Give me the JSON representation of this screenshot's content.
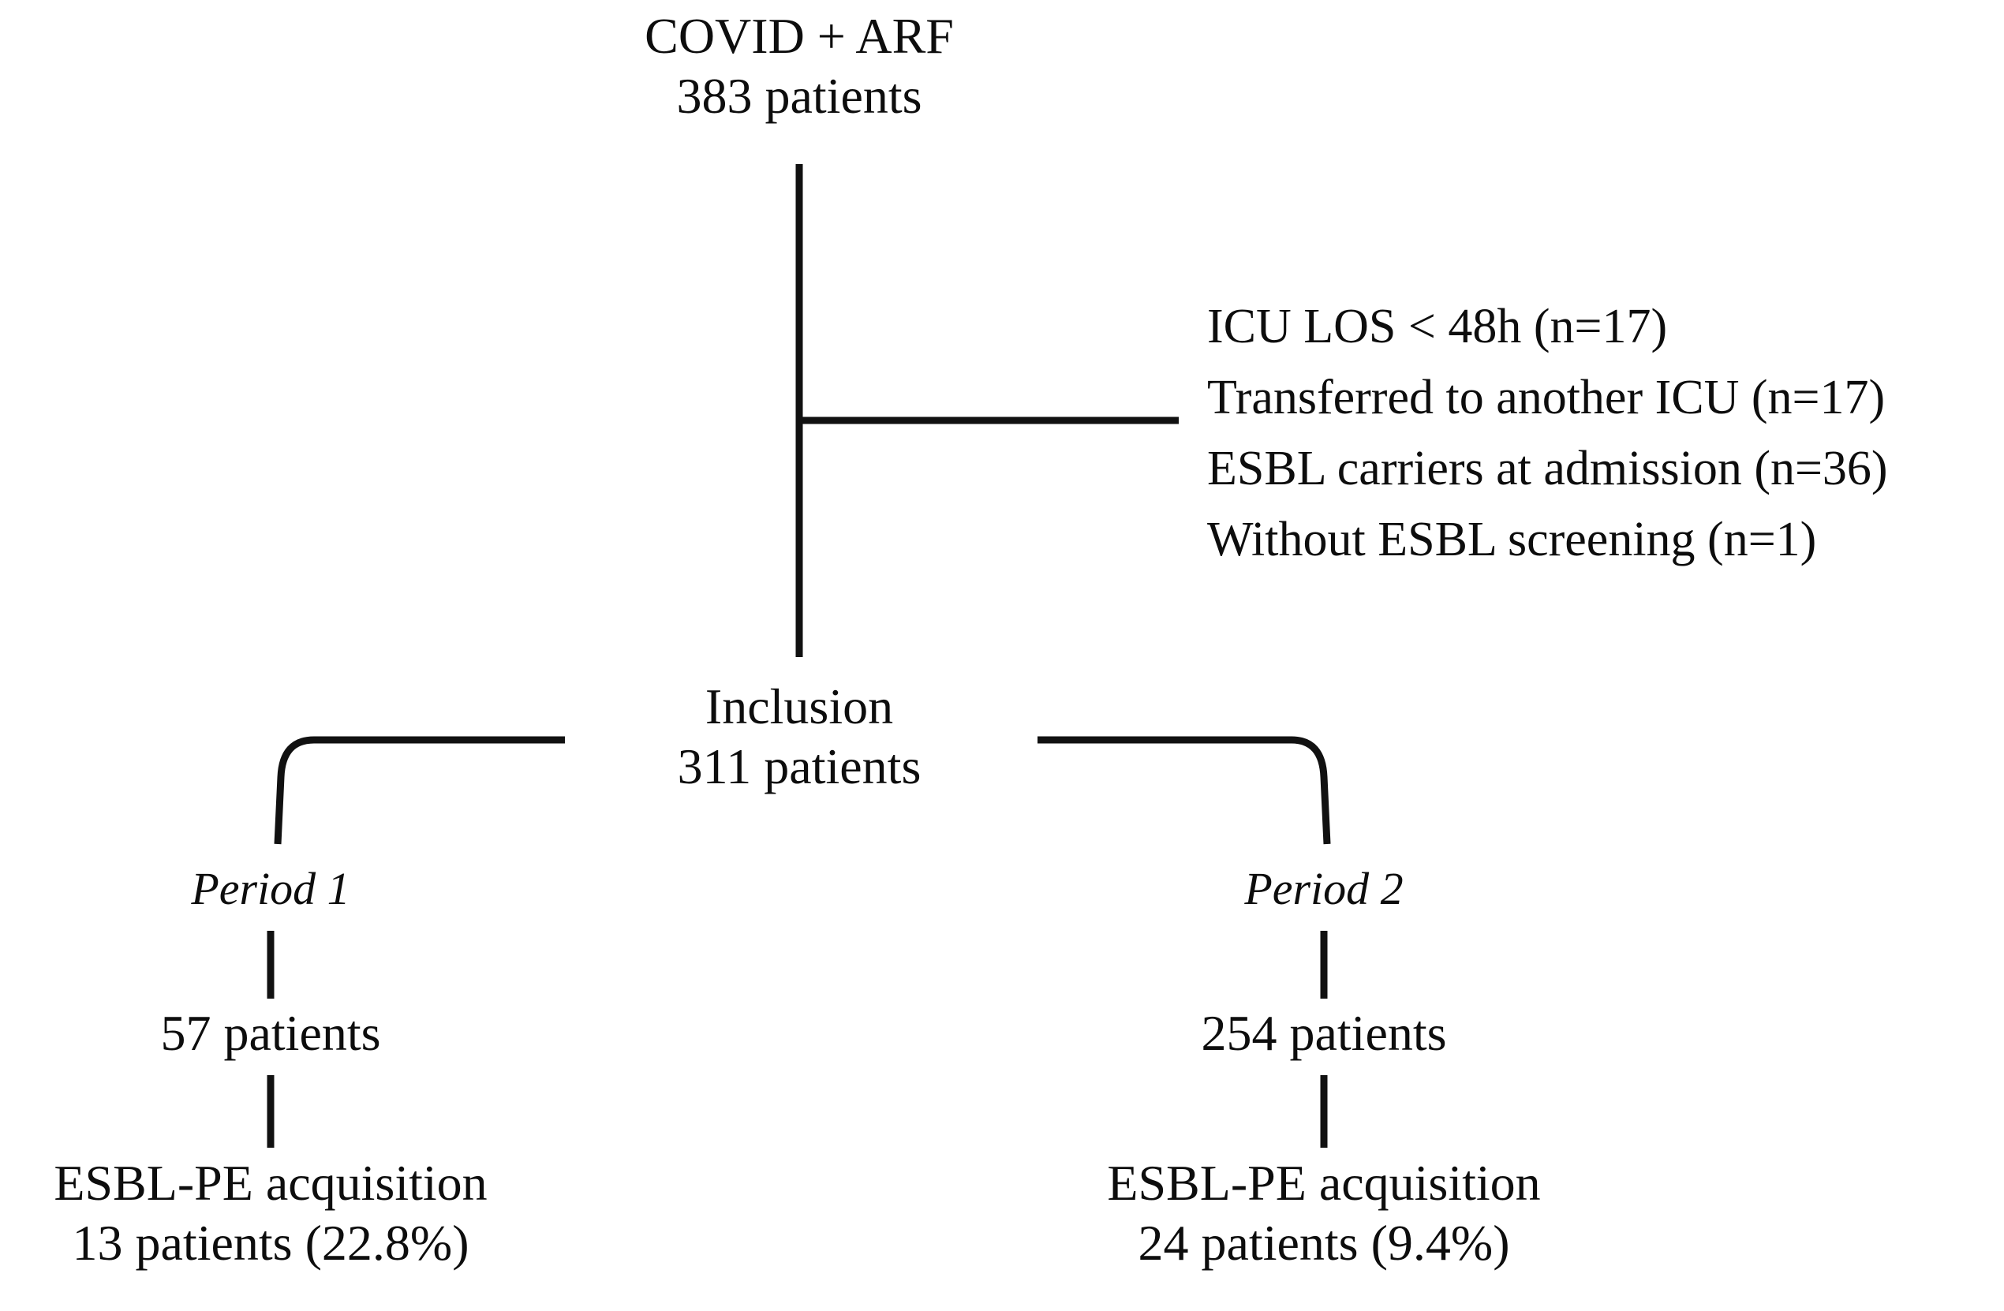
{
  "diagram": {
    "type": "flowchart",
    "title": "COVID + ARF patient inclusion flow",
    "line_color": "#111111",
    "text_color": "#0d0d0d",
    "background": "#ffffff"
  },
  "nodes": {
    "source": {
      "line1": "COVID + ARF",
      "line2": "383 patients"
    },
    "inclusion": {
      "line1": "Inclusion",
      "line2": "311 patients"
    },
    "period1": {
      "label": "Period 1",
      "count": "57 patients",
      "outcome_line1": "ESBL-PE acquisition",
      "outcome_line2": "13 patients (22.8%)"
    },
    "period2": {
      "label": "Period 2",
      "count": "254 patients",
      "outcome_line1": "ESBL-PE acquisition",
      "outcome_line2": "24 patients (9.4%)"
    }
  },
  "exclusions": {
    "items": [
      "ICU LOS < 48h (n=17)",
      "Transferred to another ICU (n=17)",
      "ESBL carriers at admission (n=36)",
      "Without ESBL screening (n=1)"
    ]
  }
}
